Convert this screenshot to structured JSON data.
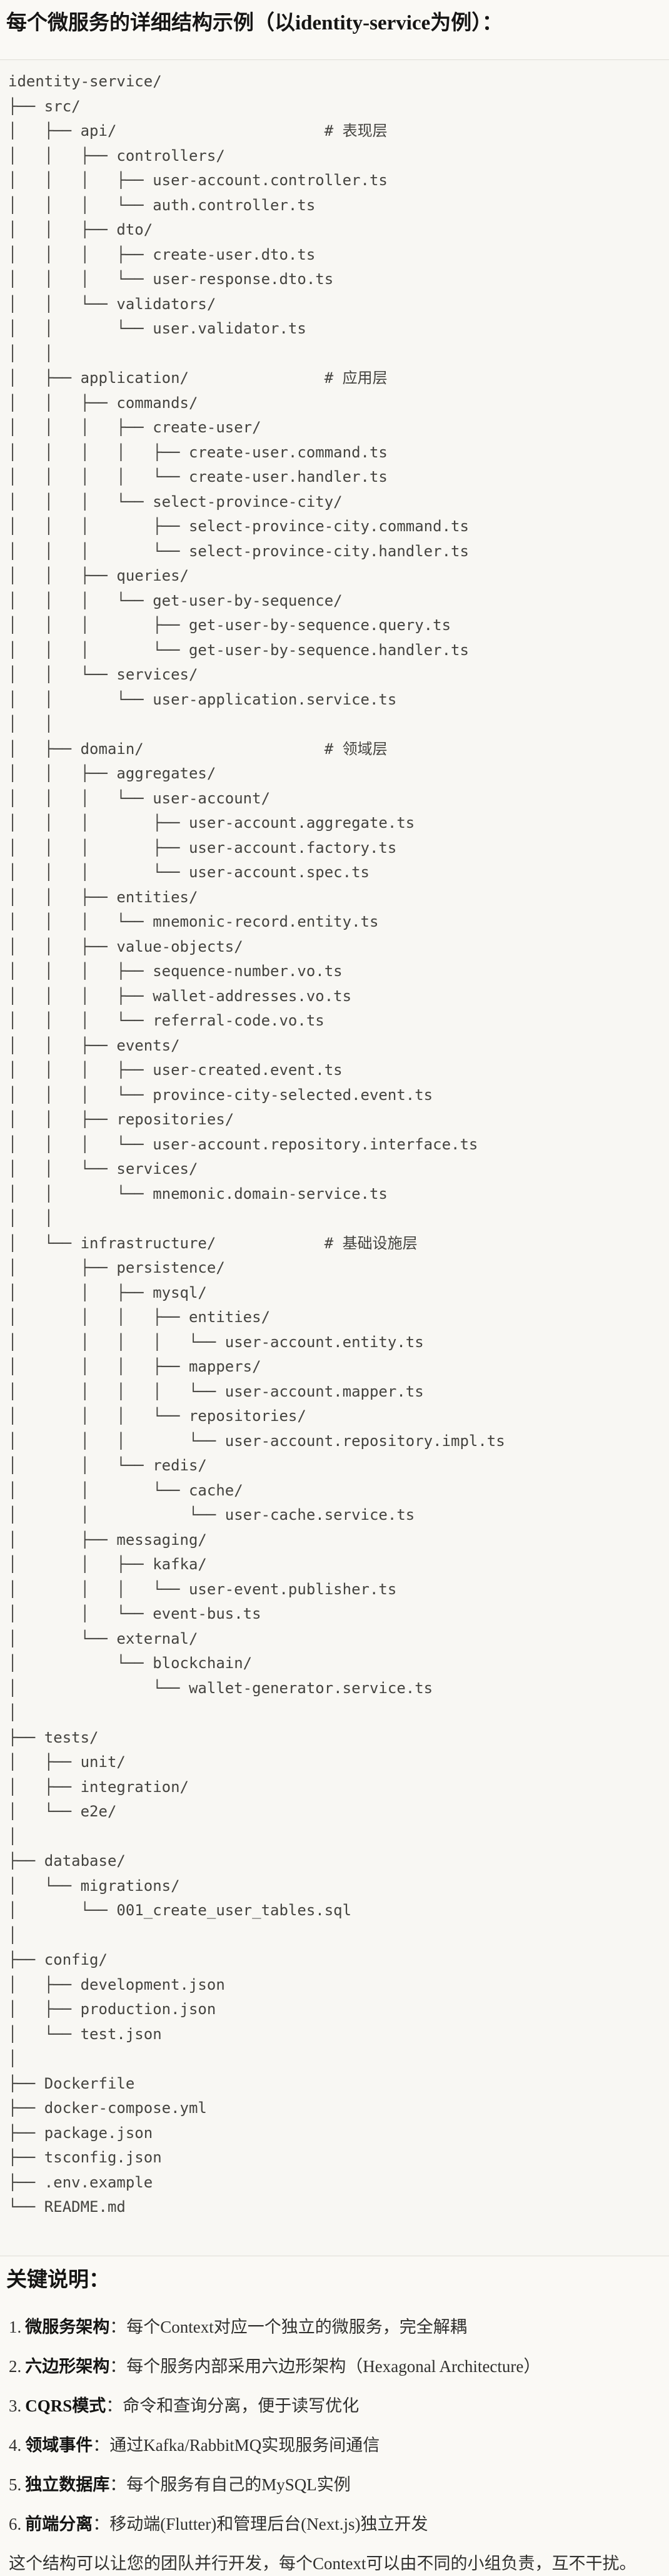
{
  "heading": "每个微服务的详细结构示例（以identity-service为例）：",
  "code_block": {
    "tree_lines": [
      "identity-service/",
      "├── src/",
      "│   ├── api/                       # 表现层",
      "│   │   ├── controllers/",
      "│   │   │   ├── user-account.controller.ts",
      "│   │   │   └── auth.controller.ts",
      "│   │   ├── dto/",
      "│   │   │   ├── create-user.dto.ts",
      "│   │   │   └── user-response.dto.ts",
      "│   │   └── validators/",
      "│   │       └── user.validator.ts",
      "│   │",
      "│   ├── application/               # 应用层",
      "│   │   ├── commands/",
      "│   │   │   ├── create-user/",
      "│   │   │   │   ├── create-user.command.ts",
      "│   │   │   │   └── create-user.handler.ts",
      "│   │   │   └── select-province-city/",
      "│   │   │       ├── select-province-city.command.ts",
      "│   │   │       └── select-province-city.handler.ts",
      "│   │   ├── queries/",
      "│   │   │   └── get-user-by-sequence/",
      "│   │   │       ├── get-user-by-sequence.query.ts",
      "│   │   │       └── get-user-by-sequence.handler.ts",
      "│   │   └── services/",
      "│   │       └── user-application.service.ts",
      "│   │",
      "│   ├── domain/                    # 领域层",
      "│   │   ├── aggregates/",
      "│   │   │   └── user-account/",
      "│   │   │       ├── user-account.aggregate.ts",
      "│   │   │       ├── user-account.factory.ts",
      "│   │   │       └── user-account.spec.ts",
      "│   │   ├── entities/",
      "│   │   │   └── mnemonic-record.entity.ts",
      "│   │   ├── value-objects/",
      "│   │   │   ├── sequence-number.vo.ts",
      "│   │   │   ├── wallet-addresses.vo.ts",
      "│   │   │   └── referral-code.vo.ts",
      "│   │   ├── events/",
      "│   │   │   ├── user-created.event.ts",
      "│   │   │   └── province-city-selected.event.ts",
      "│   │   ├── repositories/",
      "│   │   │   └── user-account.repository.interface.ts",
      "│   │   └── services/",
      "│   │       └── mnemonic.domain-service.ts",
      "│   │",
      "│   └── infrastructure/            # 基础设施层",
      "│       ├── persistence/",
      "│       │   ├── mysql/",
      "│       │   │   ├── entities/",
      "│       │   │   │   └── user-account.entity.ts",
      "│       │   │   ├── mappers/",
      "│       │   │   │   └── user-account.mapper.ts",
      "│       │   │   └── repositories/",
      "│       │   │       └── user-account.repository.impl.ts",
      "│       │   └── redis/",
      "│       │       └── cache/",
      "│       │           └── user-cache.service.ts",
      "│       ├── messaging/",
      "│       │   ├── kafka/",
      "│       │   │   └── user-event.publisher.ts",
      "│       │   └── event-bus.ts",
      "│       └── external/",
      "│           └── blockchain/",
      "│               └── wallet-generator.service.ts",
      "│",
      "├── tests/",
      "│   ├── unit/",
      "│   ├── integration/",
      "│   └── e2e/",
      "│",
      "├── database/",
      "│   └── migrations/",
      "│       └── 001_create_user_tables.sql",
      "│",
      "├── config/",
      "│   ├── development.json",
      "│   ├── production.json",
      "│   └── test.json",
      "│",
      "├── Dockerfile",
      "├── docker-compose.yml",
      "├── package.json",
      "├── tsconfig.json",
      "├── .env.example",
      "└── README.md"
    ]
  },
  "notes": {
    "heading": "关键说明：",
    "items": [
      {
        "num": "1.",
        "label": "微服务架构",
        "text": "：每个Context对应一个独立的微服务，完全解耦"
      },
      {
        "num": "2.",
        "label": "六边形架构",
        "text": "：每个服务内部采用六边形架构（Hexagonal Architecture）"
      },
      {
        "num": "3.",
        "label": "CQRS模式",
        "text": "：命令和查询分离，便于读写优化"
      },
      {
        "num": "4.",
        "label": "领域事件",
        "text": "：通过Kafka/RabbitMQ实现服务间通信"
      },
      {
        "num": "5.",
        "label": "独立数据库",
        "text": "：每个服务有自己的MySQL实例"
      },
      {
        "num": "6.",
        "label": "前端分离",
        "text": "：移动端(Flutter)和管理后台(Next.js)独立开发"
      }
    ],
    "footer": "这个结构可以让您的团队并行开发，每个Context可以由不同的小组负责，互不干扰。"
  },
  "colors": {
    "page_bg": "#FAF9F5",
    "code_bg": "#F8F7F3",
    "border": "#DFDDD6",
    "tree_text": "#44433F",
    "heading_text": "#141413"
  }
}
